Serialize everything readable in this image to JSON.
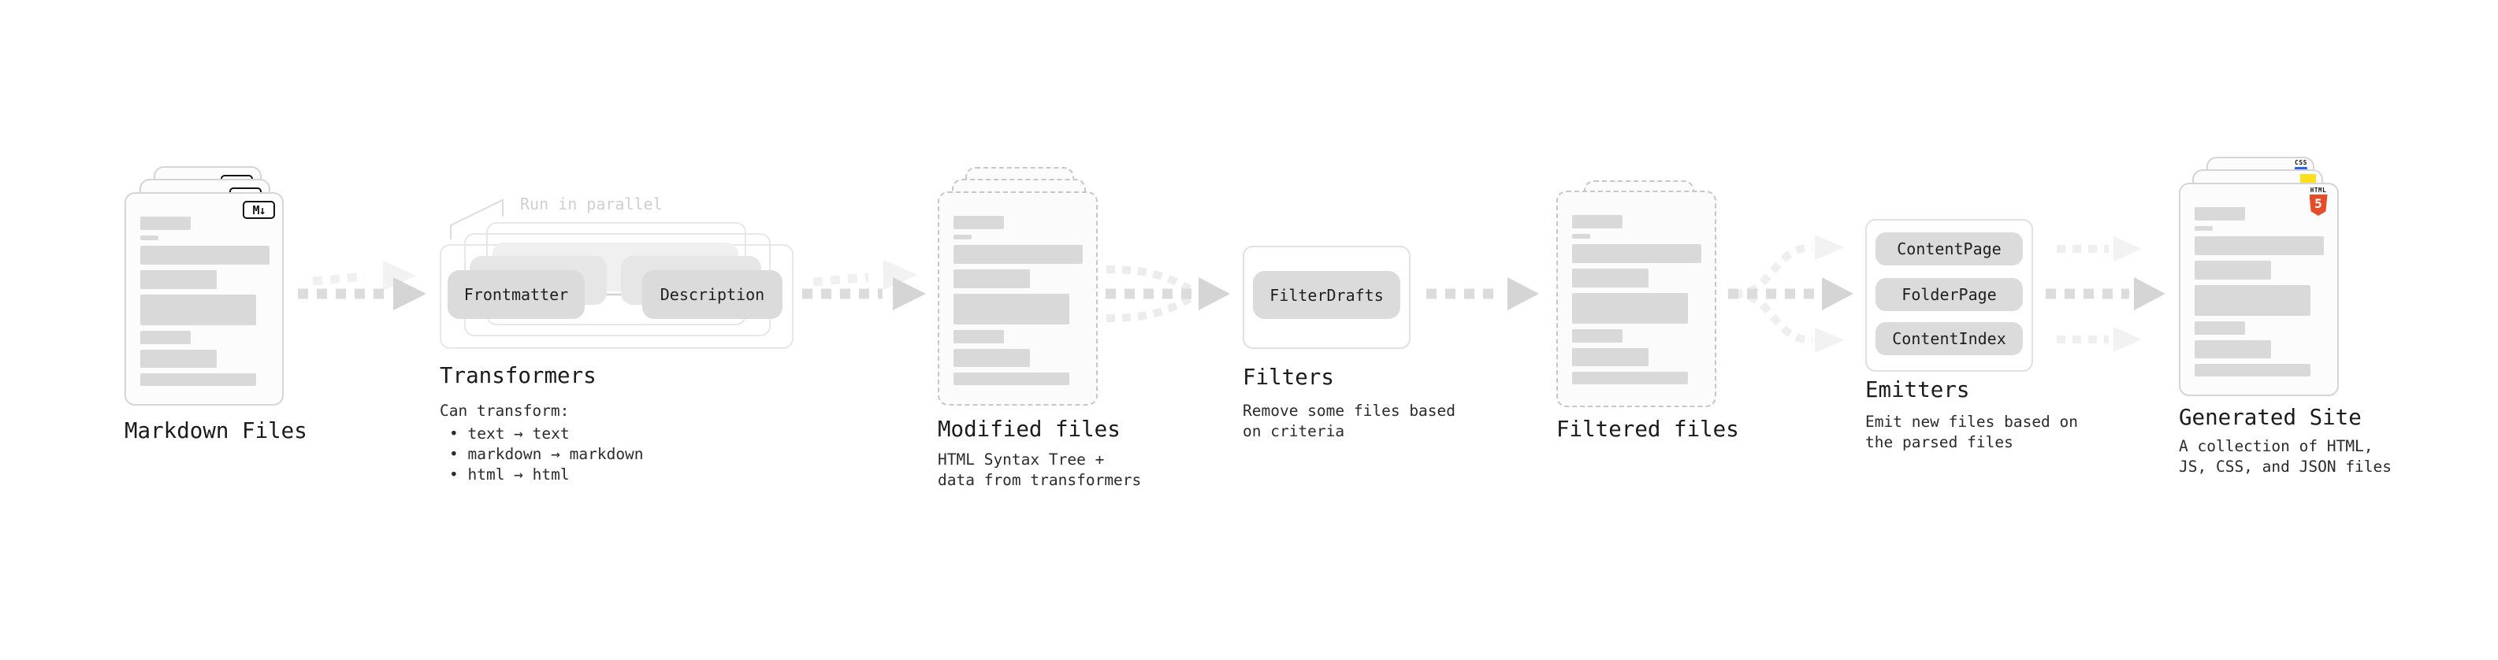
{
  "markdown": {
    "label": "Markdown Files",
    "badge": "M↓"
  },
  "transformers": {
    "label": "Transformers",
    "note": "Run in parallel",
    "pill_frontmatter": "Frontmatter",
    "pill_description": "Description",
    "intro": "Can transform:",
    "bullets": [
      "• text → text",
      "• markdown → markdown",
      "• html → html"
    ]
  },
  "modified": {
    "label": "Modified files",
    "desc_line1": "HTML Syntax Tree +",
    "desc_line2": "data from transformers"
  },
  "filters": {
    "label": "Filters",
    "pill": "FilterDrafts",
    "desc_line1": "Remove some files based",
    "desc_line2": "on criteria"
  },
  "filtered": {
    "label": "Filtered files"
  },
  "emitters": {
    "label": "Emitters",
    "pills": [
      "ContentPage",
      "FolderPage",
      "ContentIndex"
    ],
    "desc_line1": "Emit new files based on",
    "desc_line2": "the parsed files"
  },
  "generated": {
    "label": "Generated Site",
    "desc_line1": "A collection of HTML,",
    "desc_line2": "JS, CSS, and JSON files",
    "badge_css": "CSS",
    "badge_html": "HTML",
    "badge_html_number": "5"
  },
  "colors": {
    "html5_orange": "#e44d26",
    "js_yellow": "#ffdf1d",
    "css_blue": "#2b62e9",
    "skeleton_gray": "#d9d9d9",
    "arrow_gray": "#d6d6d6",
    "arrow_faded_gray": "#f0f0f0"
  }
}
